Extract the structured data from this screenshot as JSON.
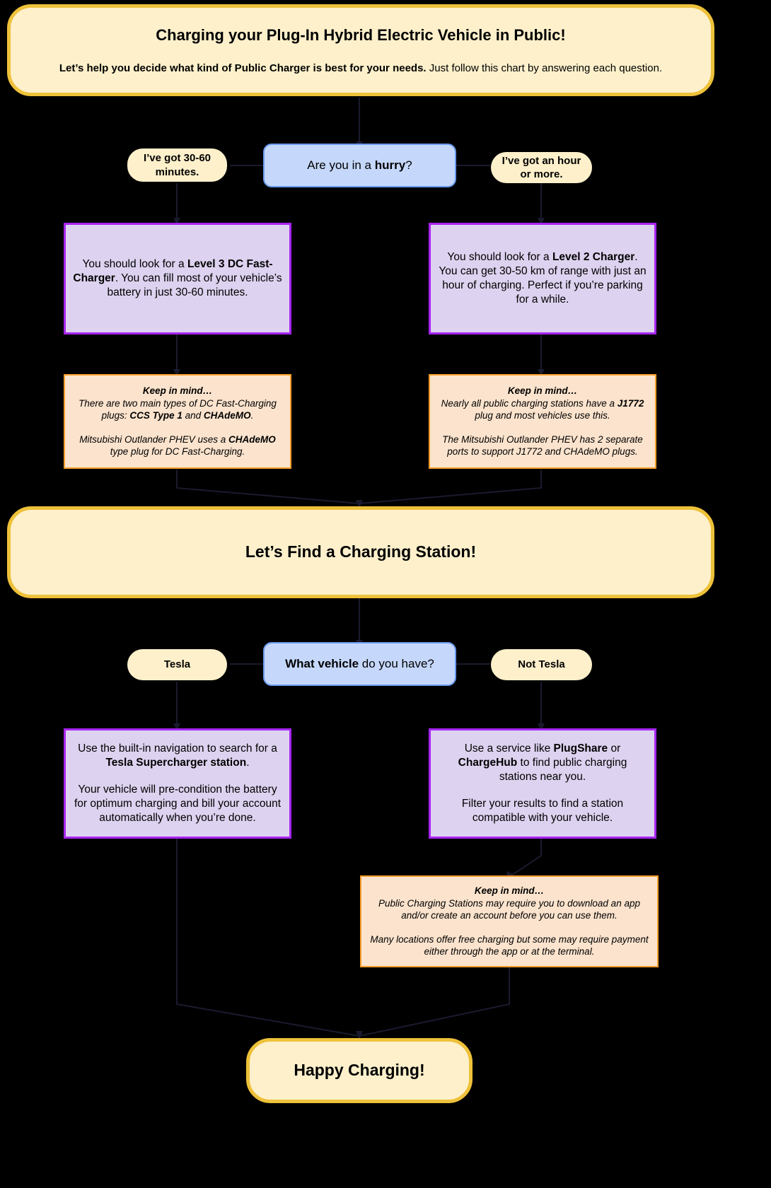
{
  "meta": {
    "background_color": "#000000",
    "banner_fill": "#fdf0cb",
    "banner_border": "#eec13a",
    "decision_fill": "#c5d8fb",
    "decision_border": "#6b9bf0",
    "answer_fill": "#fdf0cb",
    "advice_fill": "#ddd2ef",
    "advice_border": "#a825f2",
    "note_fill": "#fbe3cd",
    "note_border": "#f79d2a"
  },
  "header": {
    "title": "Charging your Plug-In Hybrid Electric Vehicle in Public!",
    "subtitle_bold": "Let’s help you decide what kind of Public Charger is best for your needs.",
    "subtitle_rest": " Just follow this chart by answering each question."
  },
  "section1": {
    "question_pre": "Are you in a ",
    "question_bold": "hurry",
    "question_post": "?",
    "answer_left": "I’ve got 30-60 minutes.",
    "answer_right": "I’ve got an hour or more.",
    "advice_left": {
      "pre": "You should look for a ",
      "bold": "Level 3 DC Fast-Charger",
      "post": ". You can fill most of your vehicle’s battery in just 30-60 minutes."
    },
    "advice_right": {
      "pre": "You should look for a ",
      "bold": "Level 2 Charger",
      "post": ". You can get 30-50 km of range with just an hour of charging. Perfect if you’re parking for a while."
    },
    "note_left": {
      "header": "Keep in mind…",
      "line1_pre": "There are two main types of DC Fast-Charging plugs: ",
      "line1_bold1": "CCS Type 1",
      "line1_mid": " and ",
      "line1_bold2": "CHAdeMO",
      "line1_post": ".",
      "para2_pre": "Mitsubishi Outlander PHEV uses a ",
      "para2_bold": "CHAdeMO",
      "para2_post": " type plug for DC Fast-Charging."
    },
    "note_right": {
      "header": "Keep in mind…",
      "line1_pre": "Nearly all public charging stations have a ",
      "line1_bold": "J1772",
      "line1_post": " plug and most vehicles use this.",
      "para2": "The Mitsubishi Outlander PHEV has 2 separate ports to support J1772 and CHAdeMO plugs."
    }
  },
  "banner2": {
    "title": "Let’s Find a Charging Station!"
  },
  "section2": {
    "question_bold": "What vehicle",
    "question_post": " do you have?",
    "answer_left": "Tesla",
    "answer_right": "Not Tesla",
    "advice_left": {
      "p1_pre": "Use the built-in navigation to search for a ",
      "p1_bold": "Tesla Supercharger station",
      "p1_post": ".",
      "p2": "Your vehicle will pre-condition the battery for optimum charging and bill your account automatically when you’re done."
    },
    "advice_right": {
      "p1_pre": "Use a service like ",
      "p1_bold1": "PlugShare",
      "p1_mid": " or ",
      "p1_bold2": "ChargeHub",
      "p1_post": " to find public charging stations near you.",
      "p2": "Filter your results to find a station compatible with your vehicle."
    },
    "note_right": {
      "header": "Keep in mind…",
      "line1": "Public Charging Stations may require you to download an app and/or create an account before you can use them.",
      "para2": "Many locations offer free charging but some may require payment either through the app or at the terminal."
    }
  },
  "footer": {
    "title": "Happy Charging!"
  }
}
